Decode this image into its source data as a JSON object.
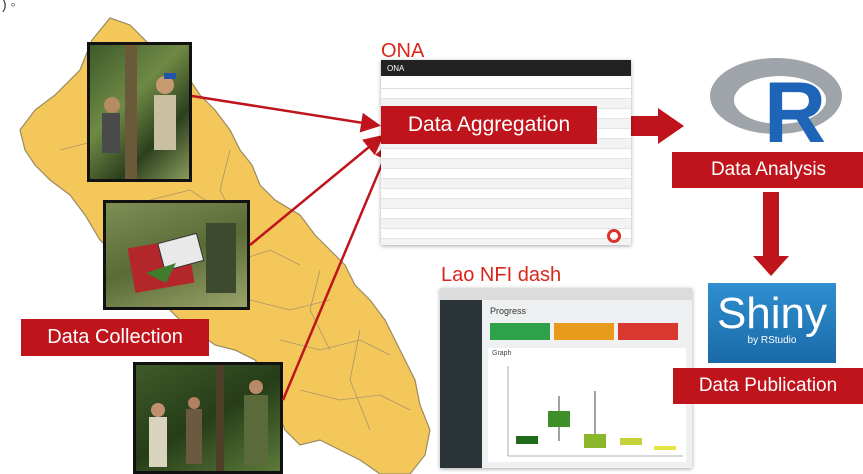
{
  "corner_text": ") ◦",
  "nodes": {
    "data_collection": "Data Collection",
    "ona_title": "ONA",
    "data_aggregation": "Data Aggregation",
    "data_analysis": "Data Analysis",
    "dash_title": "Lao NFI dash",
    "data_publication": "Data Publication"
  },
  "ona_screenshot": {
    "logo_text": "ONA"
  },
  "dash_screenshot": {
    "header": "Progress",
    "chart_label": "Graph"
  },
  "shiny_logo": {
    "title": "Shiny",
    "subtitle": "by RStudio"
  },
  "r_logo": {
    "letter": "R"
  },
  "colors": {
    "label_red": "#c0141c",
    "title_red": "#d8261c",
    "arrow_red": "#c0141c",
    "map_fill": "#f3c75a",
    "map_stroke": "#9a8a60",
    "shiny_blue": "#1f78bf"
  }
}
